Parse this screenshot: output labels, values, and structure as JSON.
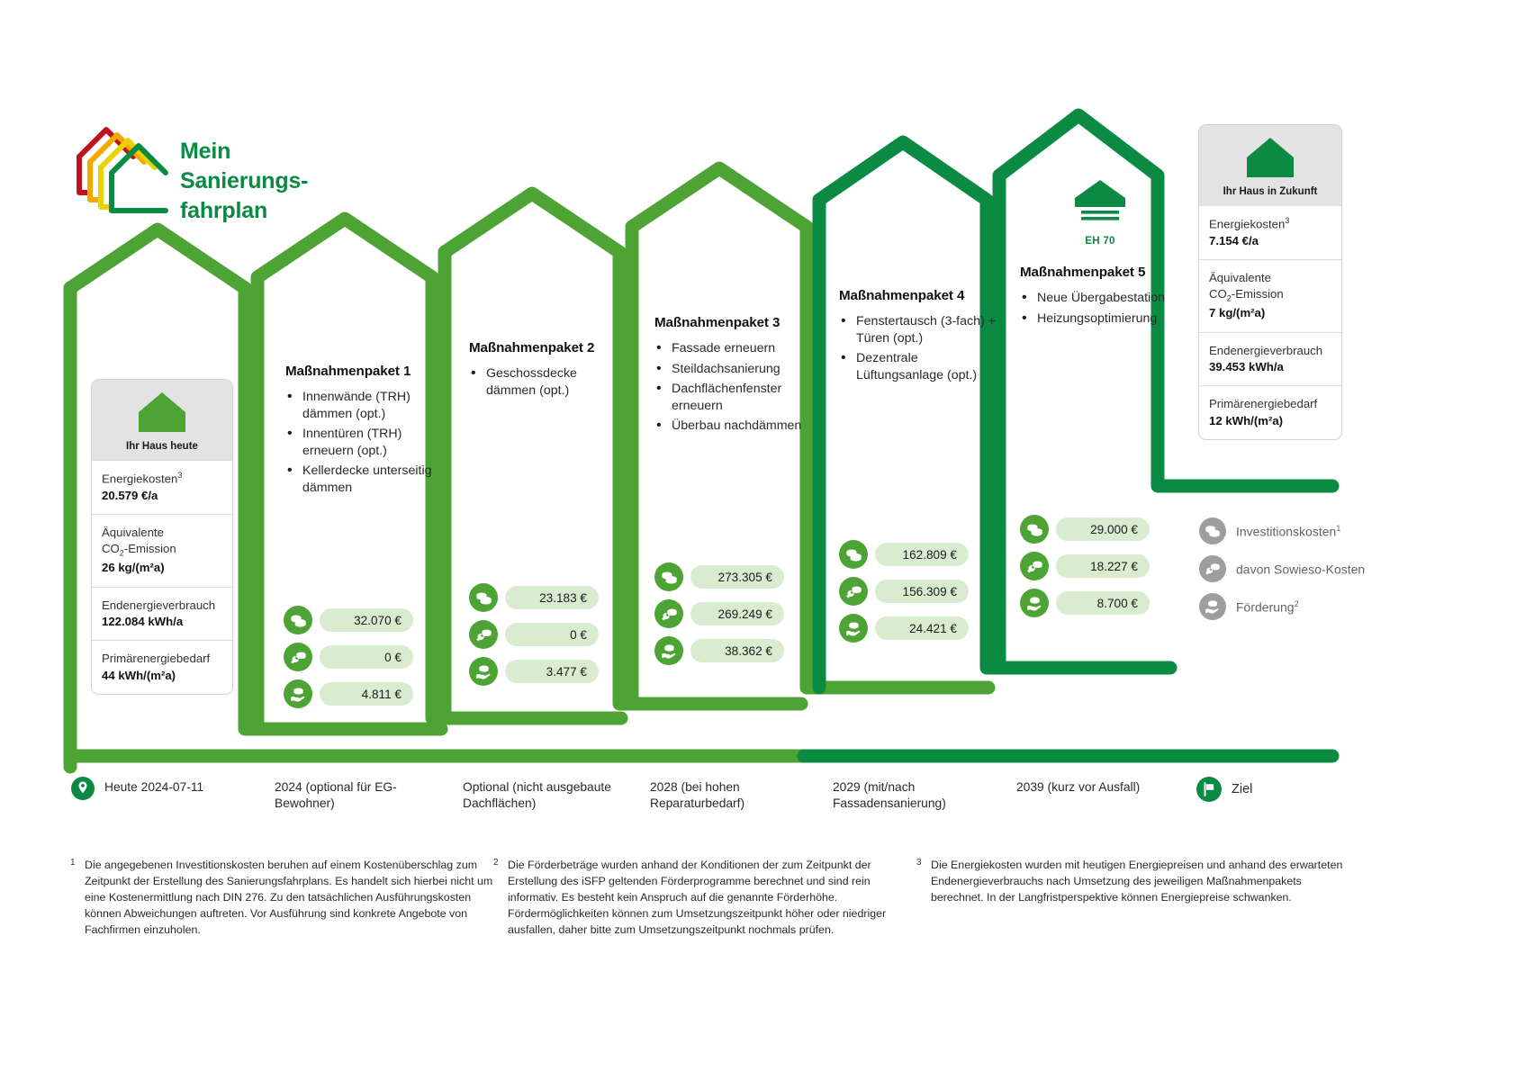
{
  "logo": {
    "title": "Mein\nSanierungs-\nfahrplan",
    "colors": [
      "#c1121f",
      "#f2a900",
      "#e8d400",
      "#0a8a42"
    ]
  },
  "colors": {
    "green_light": "#4da434",
    "green_dark": "#0a8a42",
    "pill_bg": "#d9ecd0",
    "card_head": "#e3e3e3",
    "legend_gray": "#9e9e9e"
  },
  "today_card": {
    "icon": "house-icon",
    "title": "Ihr Haus heute",
    "rows": [
      {
        "label": "Energiekosten",
        "sup": "3",
        "value": "20.579 €/a"
      },
      {
        "label": "Äquivalente CO₂-Emission",
        "value": "26 kg/(m²a)"
      },
      {
        "label": "Endenergieverbrauch",
        "value": "122.084 kWh/a"
      },
      {
        "label": "Primärenergiebedarf",
        "value": "44 kWh/(m²a)"
      }
    ]
  },
  "future_card": {
    "icon": "house-icon",
    "title": "Ihr Haus in Zukunft",
    "rows": [
      {
        "label": "Energiekosten",
        "sup": "3",
        "value": "7.154 €/a"
      },
      {
        "label": "Äquivalente CO₂-Emission",
        "value": "7 kg/(m²a)"
      },
      {
        "label": "Endenergieverbrauch",
        "value": "39.453 kWh/a"
      },
      {
        "label": "Primärenergiebedarf",
        "value": "12 kWh/(m²a)"
      }
    ]
  },
  "efficiency_badge": {
    "icon": "house-efficiency-icon",
    "label": "EH 70"
  },
  "packages": [
    {
      "title": "Maßnahmenpaket 1",
      "measures": [
        "Innenwände (TRH) dämmen (opt.)",
        "Innentüren (TRH) erneuern (opt.)",
        "Kellerdecke unterseitig dämmen"
      ],
      "costs": [
        {
          "icon": "coins-icon",
          "value": "32.070 €"
        },
        {
          "icon": "wrench-coins-icon",
          "value": "0 €"
        },
        {
          "icon": "hand-coins-icon",
          "value": "4.811 €"
        }
      ]
    },
    {
      "title": "Maßnahmenpaket 2",
      "measures": [
        "Geschossdecke dämmen (opt.)"
      ],
      "costs": [
        {
          "icon": "coins-icon",
          "value": "23.183 €"
        },
        {
          "icon": "wrench-coins-icon",
          "value": "0 €"
        },
        {
          "icon": "hand-coins-icon",
          "value": "3.477 €"
        }
      ]
    },
    {
      "title": "Maßnahmenpaket 3",
      "measures": [
        "Fassade erneuern",
        "Steildachsanierung",
        "Dachflächenfenster erneuern",
        "Überbau nachdämmen"
      ],
      "costs": [
        {
          "icon": "coins-icon",
          "value": "273.305 €"
        },
        {
          "icon": "wrench-coins-icon",
          "value": "269.249 €"
        },
        {
          "icon": "hand-coins-icon",
          "value": "38.362 €"
        }
      ]
    },
    {
      "title": "Maßnahmenpaket 4",
      "measures": [
        "Fenstertausch (3-fach) + Türen (opt.)",
        "Dezentrale Lüftungsanlage (opt.)"
      ],
      "costs": [
        {
          "icon": "coins-icon",
          "value": "162.809 €"
        },
        {
          "icon": "wrench-coins-icon",
          "value": "156.309 €"
        },
        {
          "icon": "hand-coins-icon",
          "value": "24.421 €"
        }
      ]
    },
    {
      "title": "Maßnahmenpaket 5",
      "measures": [
        "Neue Übergabestation",
        "Heizungsoptimierung"
      ],
      "costs": [
        {
          "icon": "coins-icon",
          "value": "29.000 €"
        },
        {
          "icon": "wrench-coins-icon",
          "value": "18.227 €"
        },
        {
          "icon": "hand-coins-icon",
          "value": "8.700 €"
        }
      ]
    }
  ],
  "legend": [
    {
      "icon": "coins-icon",
      "label": "Investitionskosten",
      "sup": "1"
    },
    {
      "icon": "wrench-coins-icon",
      "label": "davon Sowieso-Kosten",
      "sup": ""
    },
    {
      "icon": "hand-coins-icon",
      "label": "Förderung",
      "sup": "2"
    }
  ],
  "timeline": {
    "start": {
      "icon": "location-pin-icon",
      "label": "Heute 2024-07-11"
    },
    "steps": [
      "2024 (optional für EG-Bewohner)",
      "Optional (nicht ausgebaute Dachflächen)",
      "2028 (bei hohen Reparaturbedarf)",
      "2029 (mit/nach Fassadensanierung)",
      "2039 (kurz vor Ausfall)"
    ],
    "goal": {
      "icon": "flag-icon",
      "label": "Ziel"
    }
  },
  "footnotes": [
    {
      "num": "1",
      "text": "Die angegebenen Investitionskosten beruhen auf einem Kostenüberschlag zum Zeitpunkt der Erstellung des Sanierungsfahrplans. Es handelt sich hierbei nicht um eine Kostenermittlung nach DIN 276. Zu den tatsächlichen Ausführungskosten können Abweichungen auftreten. Vor Ausführung sind konkrete Angebote von Fachfirmen einzuholen."
    },
    {
      "num": "2",
      "text": "Die Förderbeträge wurden anhand der Konditionen der zum Zeitpunkt der Erstellung des iSFP geltenden Förderprogramme berechnet und sind rein informativ. Es besteht kein Anspruch auf die genannte Förderhöhe. Fördermöglichkeiten können zum Umsetzungszeitpunkt höher oder niedriger ausfallen, daher bitte zum Umsetzungszeitpunkt nochmals prüfen."
    },
    {
      "num": "3",
      "text": "Die Energiekosten wurden mit heutigen Energiepreisen und anhand des erwarteten Endenergieverbrauchs nach Umsetzung des jeweiligen Maßnahmenpakets berechnet. In der Langfristperspektive können Energiepreise schwanken."
    }
  ]
}
